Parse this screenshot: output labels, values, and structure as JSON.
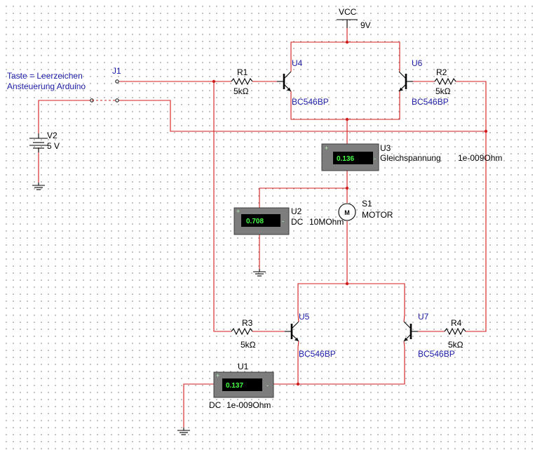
{
  "power": {
    "rail_label": "VCC",
    "rail_value": "9V"
  },
  "switch": {
    "ref": "J1",
    "note_line1": "Taste = Leerzeichen",
    "note_line2": "Ansteuerung Arduino"
  },
  "source": {
    "ref": "V2",
    "value": "5 V"
  },
  "resistors": [
    {
      "ref": "R1",
      "value": "5kΩ"
    },
    {
      "ref": "R2",
      "value": "5kΩ"
    },
    {
      "ref": "R3",
      "value": "5kΩ"
    },
    {
      "ref": "R4",
      "value": "5kΩ"
    }
  ],
  "transistors": [
    {
      "ref": "U4",
      "model": "BC546BP"
    },
    {
      "ref": "U6",
      "model": "BC546BP"
    },
    {
      "ref": "U5",
      "model": "BC546BP"
    },
    {
      "ref": "U7",
      "model": "BC546BP"
    }
  ],
  "meters": {
    "u3": {
      "ref": "U3",
      "reading": "0.136",
      "mode": "Gleichspannung",
      "impedance": "1e-009Ohm"
    },
    "u2": {
      "ref": "U2",
      "reading": "0.708",
      "mode": "DC",
      "impedance": "10MOhm"
    },
    "u1": {
      "ref": "U1",
      "reading": "0.137",
      "mode": "DC",
      "impedance": "1e-009Ohm"
    }
  },
  "motor": {
    "ref": "S1",
    "name": "MOTOR"
  },
  "colors": {
    "wire": "#d11c1c",
    "component_label": "#1a1aa6",
    "meter_display": "#44ff44"
  }
}
